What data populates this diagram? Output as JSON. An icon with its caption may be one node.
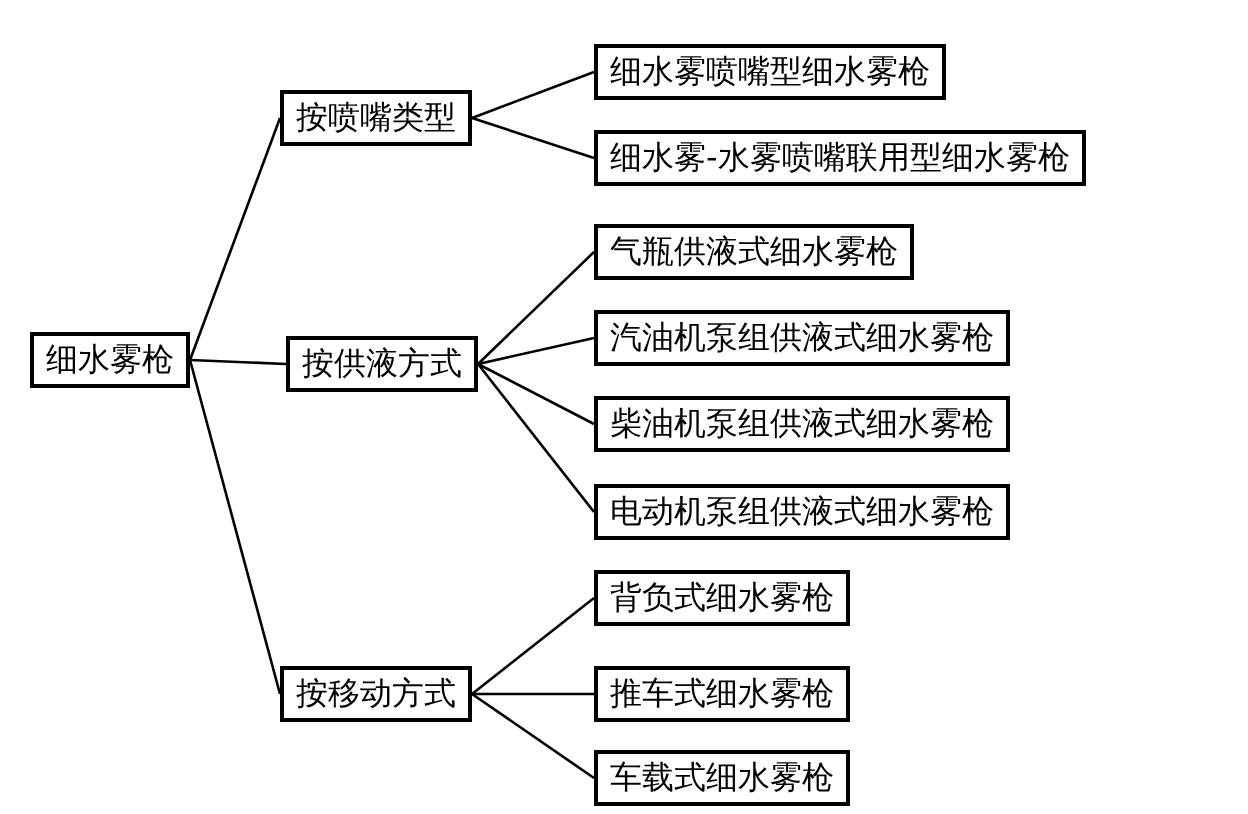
{
  "diagram": {
    "nodes": [
      {
        "text": [
          "细水雾枪"
        ]
      },
      {
        "text": [
          "按喷嘴类型"
        ]
      },
      {
        "text": [
          "细水雾喷嘴型细水雾枪"
        ]
      },
      {
        "text": [
          "细水雾-水雾喷嘴联用型细水雾枪"
        ]
      },
      {
        "text": [
          "按供液方式"
        ]
      },
      {
        "text": [
          "气瓶供液式细水雾枪"
        ]
      },
      {
        "text": [
          "汽油机泵组供液式细水雾枪"
        ]
      },
      {
        "text": [
          "柴油机泵组供液式细水雾枪"
        ]
      },
      {
        "text": [
          "电动机泵组供液式细水雾枪"
        ]
      },
      {
        "text": [
          "按移动方式"
        ]
      },
      {
        "text": [
          "背负式细水雾枪"
        ]
      },
      {
        "text": [
          "推车式细水雾枪"
        ]
      },
      {
        "text": [
          "车载式细水雾枪"
        ]
      }
    ],
    "edges": [
      {
        "from": 0,
        "to": 1,
        "arrow": "none"
      },
      {
        "from": 0,
        "to": 4,
        "arrow": "none"
      },
      {
        "from": 0,
        "to": 9,
        "arrow": "none"
      },
      {
        "from": 1,
        "to": 2,
        "arrow": "none"
      },
      {
        "from": 1,
        "to": 3,
        "arrow": "none"
      },
      {
        "from": 4,
        "to": 5,
        "arrow": "none"
      },
      {
        "from": 4,
        "to": 6,
        "arrow": "none"
      },
      {
        "from": 4,
        "to": 7,
        "arrow": "none"
      },
      {
        "from": 4,
        "to": 8,
        "arrow": "none"
      },
      {
        "from": 9,
        "to": 10,
        "arrow": "none"
      },
      {
        "from": 9,
        "to": 11,
        "arrow": "none"
      },
      {
        "from": 9,
        "to": 12,
        "arrow": "none"
      }
    ]
  }
}
